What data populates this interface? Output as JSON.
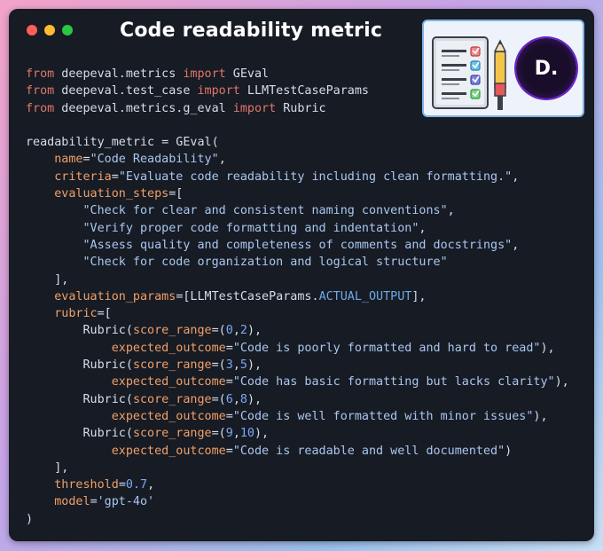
{
  "window": {
    "title": "Code readability metric",
    "dots": [
      {
        "name": "close",
        "color": "#ff5f57"
      },
      {
        "name": "minimize",
        "color": "#febc2e"
      },
      {
        "name": "maximize",
        "color": "#28c840"
      }
    ]
  },
  "logo": {
    "letter": "D."
  },
  "colors": {
    "keyword": "#e2766b",
    "param": "#f0a06a",
    "string": "#a9c7f0",
    "number": "#7aa8f7",
    "constant": "#6fa9e8",
    "plain": "#d6deeb",
    "background": "#171b24"
  },
  "code": {
    "lines": [
      [
        {
          "t": "kw",
          "v": "from"
        },
        {
          "t": "pl",
          "v": " deepeval.metrics "
        },
        {
          "t": "kw",
          "v": "import"
        },
        {
          "t": "pl",
          "v": " GEval"
        }
      ],
      [
        {
          "t": "kw",
          "v": "from"
        },
        {
          "t": "pl",
          "v": " deepeval.test_case "
        },
        {
          "t": "kw",
          "v": "import"
        },
        {
          "t": "pl",
          "v": " LLMTestCaseParams"
        }
      ],
      [
        {
          "t": "kw",
          "v": "from"
        },
        {
          "t": "pl",
          "v": " deepeval.metrics.g_eval "
        },
        {
          "t": "kw",
          "v": "import"
        },
        {
          "t": "pl",
          "v": " Rubric"
        }
      ],
      [],
      [
        {
          "t": "pl",
          "v": "readability_metric = GEval("
        }
      ],
      [
        {
          "t": "pl",
          "v": "    "
        },
        {
          "t": "prm",
          "v": "name"
        },
        {
          "t": "pl",
          "v": "="
        },
        {
          "t": "str",
          "v": "\"Code Readability\""
        },
        {
          "t": "pl",
          "v": ","
        }
      ],
      [
        {
          "t": "pl",
          "v": "    "
        },
        {
          "t": "prm",
          "v": "criteria"
        },
        {
          "t": "pl",
          "v": "="
        },
        {
          "t": "str",
          "v": "\"Evaluate code readability including clean formatting.\""
        },
        {
          "t": "pl",
          "v": ","
        }
      ],
      [
        {
          "t": "pl",
          "v": "    "
        },
        {
          "t": "prm",
          "v": "evaluation_steps"
        },
        {
          "t": "pl",
          "v": "=["
        }
      ],
      [
        {
          "t": "pl",
          "v": "        "
        },
        {
          "t": "str",
          "v": "\"Check for clear and consistent naming conventions\""
        },
        {
          "t": "pl",
          "v": ","
        }
      ],
      [
        {
          "t": "pl",
          "v": "        "
        },
        {
          "t": "str",
          "v": "\"Verify proper code formatting and indentation\""
        },
        {
          "t": "pl",
          "v": ","
        }
      ],
      [
        {
          "t": "pl",
          "v": "        "
        },
        {
          "t": "str",
          "v": "\"Assess quality and completeness of comments and docstrings\""
        },
        {
          "t": "pl",
          "v": ","
        }
      ],
      [
        {
          "t": "pl",
          "v": "        "
        },
        {
          "t": "str",
          "v": "\"Check for code organization and logical structure\""
        }
      ],
      [
        {
          "t": "pl",
          "v": "    ],"
        }
      ],
      [
        {
          "t": "pl",
          "v": "    "
        },
        {
          "t": "prm",
          "v": "evaluation_params"
        },
        {
          "t": "pl",
          "v": "=[LLMTestCaseParams."
        },
        {
          "t": "cst",
          "v": "ACTUAL_OUTPUT"
        },
        {
          "t": "pl",
          "v": "],"
        }
      ],
      [
        {
          "t": "pl",
          "v": "    "
        },
        {
          "t": "prm",
          "v": "rubric"
        },
        {
          "t": "pl",
          "v": "=["
        }
      ],
      [
        {
          "t": "pl",
          "v": "        Rubric("
        },
        {
          "t": "prm",
          "v": "score_range"
        },
        {
          "t": "pl",
          "v": "=("
        },
        {
          "t": "num",
          "v": "0"
        },
        {
          "t": "pl",
          "v": ","
        },
        {
          "t": "num",
          "v": "2"
        },
        {
          "t": "pl",
          "v": "),"
        }
      ],
      [
        {
          "t": "pl",
          "v": "            "
        },
        {
          "t": "prm",
          "v": "expected_outcome"
        },
        {
          "t": "pl",
          "v": "="
        },
        {
          "t": "str",
          "v": "\"Code is poorly formatted and hard to read\""
        },
        {
          "t": "pl",
          "v": "),"
        }
      ],
      [
        {
          "t": "pl",
          "v": "        Rubric("
        },
        {
          "t": "prm",
          "v": "score_range"
        },
        {
          "t": "pl",
          "v": "=("
        },
        {
          "t": "num",
          "v": "3"
        },
        {
          "t": "pl",
          "v": ","
        },
        {
          "t": "num",
          "v": "5"
        },
        {
          "t": "pl",
          "v": "),"
        }
      ],
      [
        {
          "t": "pl",
          "v": "            "
        },
        {
          "t": "prm",
          "v": "expected_outcome"
        },
        {
          "t": "pl",
          "v": "="
        },
        {
          "t": "str",
          "v": "\"Code has basic formatting but lacks clarity\""
        },
        {
          "t": "pl",
          "v": "),"
        }
      ],
      [
        {
          "t": "pl",
          "v": "        Rubric("
        },
        {
          "t": "prm",
          "v": "score_range"
        },
        {
          "t": "pl",
          "v": "=("
        },
        {
          "t": "num",
          "v": "6"
        },
        {
          "t": "pl",
          "v": ","
        },
        {
          "t": "num",
          "v": "8"
        },
        {
          "t": "pl",
          "v": "),"
        }
      ],
      [
        {
          "t": "pl",
          "v": "            "
        },
        {
          "t": "prm",
          "v": "expected_outcome"
        },
        {
          "t": "pl",
          "v": "="
        },
        {
          "t": "str",
          "v": "\"Code is well formatted with minor issues\""
        },
        {
          "t": "pl",
          "v": "),"
        }
      ],
      [
        {
          "t": "pl",
          "v": "        Rubric("
        },
        {
          "t": "prm",
          "v": "score_range"
        },
        {
          "t": "pl",
          "v": "=("
        },
        {
          "t": "num",
          "v": "9"
        },
        {
          "t": "pl",
          "v": ","
        },
        {
          "t": "num",
          "v": "10"
        },
        {
          "t": "pl",
          "v": "),"
        }
      ],
      [
        {
          "t": "pl",
          "v": "            "
        },
        {
          "t": "prm",
          "v": "expected_outcome"
        },
        {
          "t": "pl",
          "v": "="
        },
        {
          "t": "str",
          "v": "\"Code is readable and well documented\""
        },
        {
          "t": "pl",
          "v": ")"
        }
      ],
      [
        {
          "t": "pl",
          "v": "    ],"
        }
      ],
      [
        {
          "t": "pl",
          "v": "    "
        },
        {
          "t": "prm",
          "v": "threshold"
        },
        {
          "t": "pl",
          "v": "="
        },
        {
          "t": "num",
          "v": "0.7"
        },
        {
          "t": "pl",
          "v": ","
        }
      ],
      [
        {
          "t": "pl",
          "v": "    "
        },
        {
          "t": "prm",
          "v": "model"
        },
        {
          "t": "pl",
          "v": "="
        },
        {
          "t": "str",
          "v": "'gpt-4o'"
        }
      ],
      [
        {
          "t": "pl",
          "v": ")"
        }
      ]
    ]
  }
}
